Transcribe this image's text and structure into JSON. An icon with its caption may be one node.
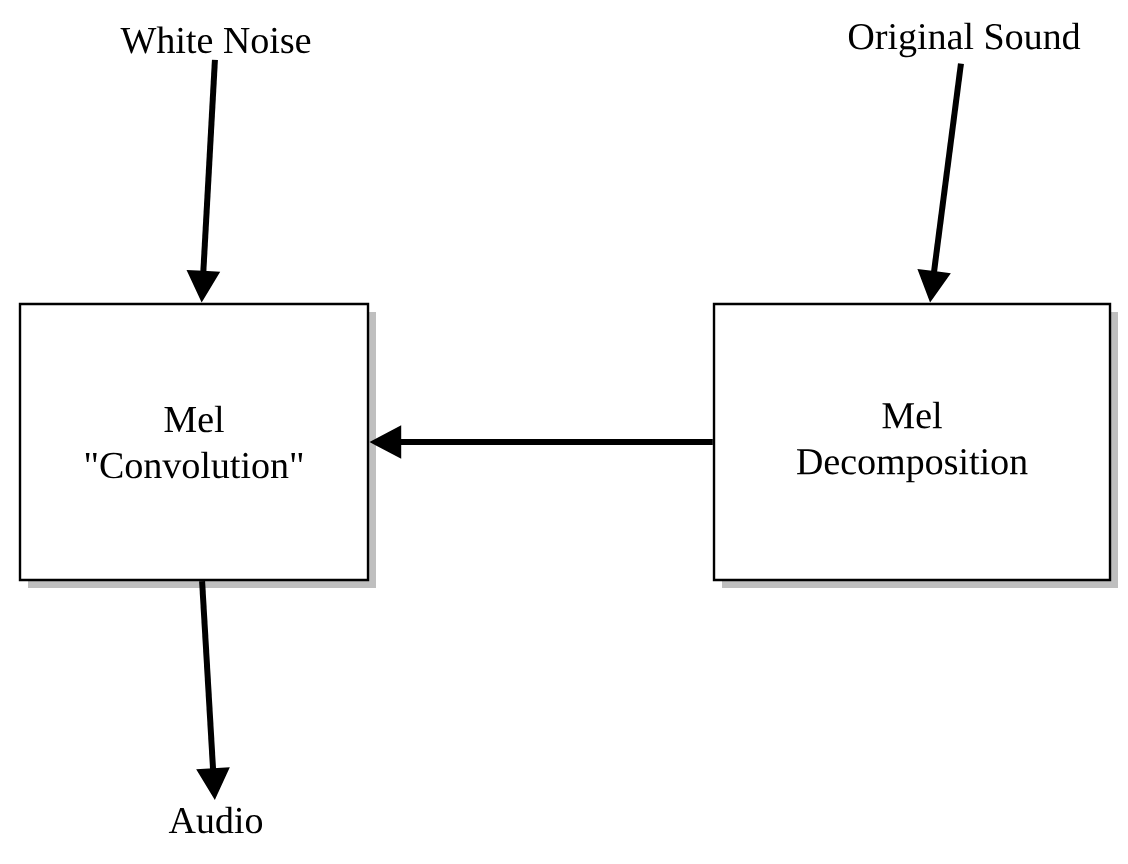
{
  "diagram": {
    "nodes": [
      {
        "text": [
          "White Noise"
        ]
      },
      {
        "text": [
          "Original Sound"
        ]
      },
      {
        "text": [
          "Mel \"Convolution\""
        ]
      },
      {
        "text": [
          "Mel Decomposition"
        ]
      },
      {
        "text": [
          "Audio"
        ]
      }
    ],
    "edges": [
      {
        "from": 0,
        "to": 2,
        "arrow": "to"
      },
      {
        "from": 1,
        "to": 3,
        "arrow": "to"
      },
      {
        "from": 3,
        "to": 2,
        "arrow": "to"
      },
      {
        "from": 2,
        "to": 4,
        "arrow": "to"
      }
    ]
  }
}
